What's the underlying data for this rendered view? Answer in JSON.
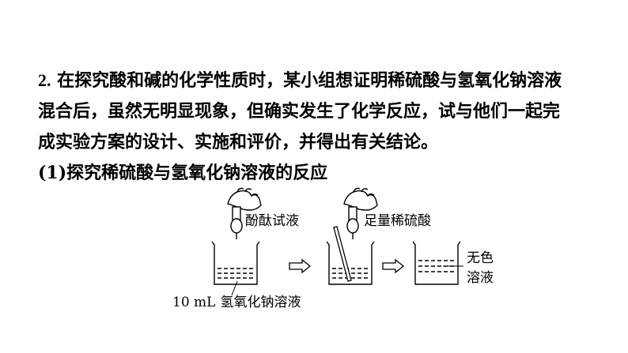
{
  "question": {
    "number": "2.",
    "lines": [
      "在探究酸和碱的化学性质时，某小组想证明稀硫酸与氢氧化钠溶液",
      "混合后，虽然无明显现象，但确实发生了化学反应，试与他们一起完",
      "成实验方案的设计、实施和评价，并得出有关结论。"
    ],
    "subquestion": "(1)探究稀硫酸与氢氧化钠溶液的反应"
  },
  "figure": {
    "label_indicator": "酚酞试液",
    "label_acid": "足量稀硫酸",
    "label_base_volume": "10 mL",
    "label_base_solution": "氢氧化钠溶液",
    "label_result_line1": "无色",
    "label_result_line2": "溶液"
  }
}
